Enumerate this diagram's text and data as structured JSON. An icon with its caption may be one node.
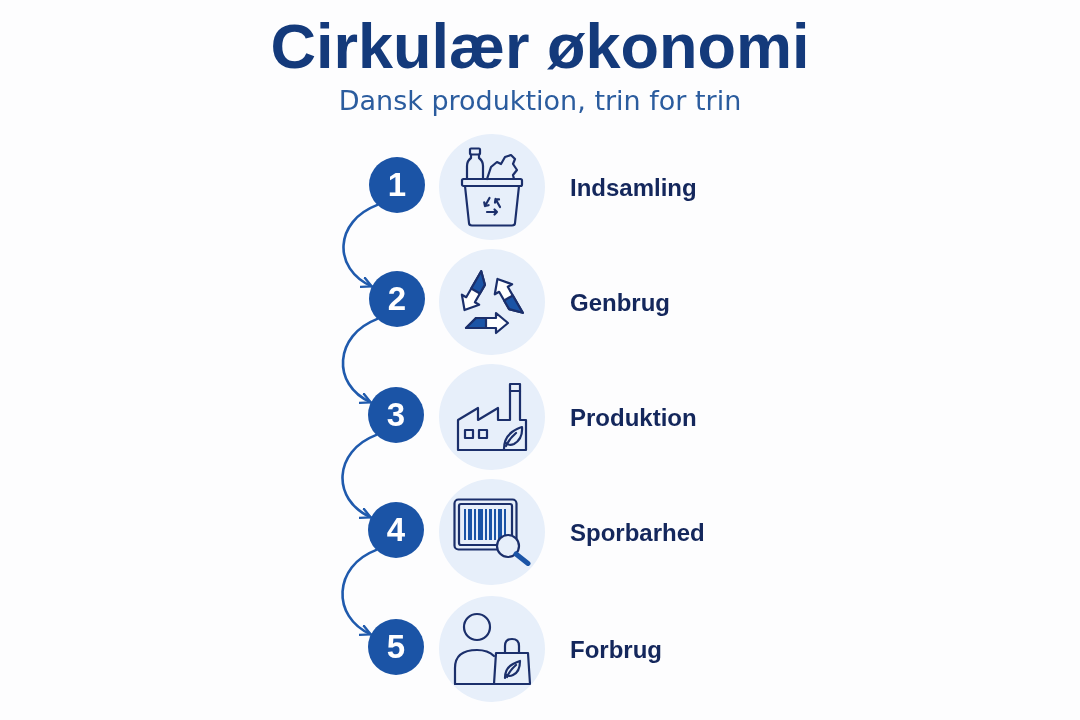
{
  "diagram": {
    "title": "Cirkulær økonomi",
    "nodes": [
      {
        "text": [
          "1"
        ]
      },
      {
        "text": [],
        "shape": "picture",
        "beside": [
          "Indsamling"
        ]
      },
      {
        "text": [
          "2"
        ]
      },
      {
        "text": [],
        "shape": "picture",
        "beside": [
          "Genbrug"
        ]
      },
      {
        "text": [
          "3"
        ]
      },
      {
        "text": [],
        "shape": "picture",
        "beside": [
          "Produktion"
        ]
      },
      {
        "text": [
          "4"
        ]
      },
      {
        "text": [],
        "shape": "picture",
        "beside": [
          "Sporbarhed"
        ]
      },
      {
        "text": [
          "5"
        ]
      },
      {
        "text": [],
        "shape": "picture",
        "beside": [
          "Forbrug"
        ]
      }
    ],
    "edges": [
      {
        "from": 0,
        "to": 2,
        "arrow": "to"
      },
      {
        "from": 2,
        "to": 4,
        "arrow": "to"
      },
      {
        "from": 4,
        "to": 6,
        "arrow": "to"
      },
      {
        "from": 6,
        "to": 8,
        "arrow": "to"
      }
    ],
    "labels": [
      "Dansk produktion, trin for trin"
    ]
  }
}
